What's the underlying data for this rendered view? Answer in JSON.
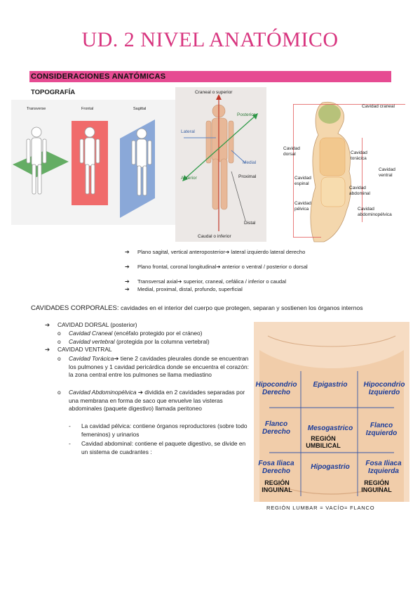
{
  "page": {
    "title": "UD. 2 NIVEL ANATÓMICO",
    "banner": "CONSIDERACIONES ANATÓMICAS",
    "subtitle": "TOPOGRAFÍA"
  },
  "planes_figure": {
    "labels": [
      "Transverse",
      "Frontal",
      "Sagittal"
    ]
  },
  "directions_figure": {
    "labels": {
      "cranial": "Craneal o superior",
      "posterior": "Posterior",
      "lateral": "Lateral",
      "medial": "Medial",
      "anterior": "Anterior",
      "proximal": "Proximal",
      "distal": "Distal",
      "caudal": "Caudal o inferior"
    }
  },
  "cavities_figure": {
    "labels": {
      "cranial": "Cavidad craneal",
      "dorsal": "Cavidad dorsal",
      "thoracic": "Cavidad torácica",
      "ventral": "Cavidad ventral",
      "spinal": "Cavidad espinal",
      "abdominal": "Cavidad abdominal",
      "pelvic": "Cavidad pélvica",
      "abdominopelvic": "Cavidad abdominopélvica"
    }
  },
  "planes_list": [
    {
      "arrow": "➔",
      "text": "Plano sagital, vertical anteroposterior➔ lateral izquierdo lateral derecho"
    },
    {
      "arrow": "➔",
      "text": "Plano frontal, coronal longitudinal➔ anterior o ventral / posterior o dorsal"
    },
    {
      "arrow": "➔",
      "text": "Transversal axial➔ superior, craneal, cefálica / inferior o caudal"
    },
    {
      "arrow": "➔",
      "text": "Medial, proximal, distal, profundo, superficial"
    }
  ],
  "cavidades": {
    "heading": "CAVIDADES CORPORALES:",
    "intro": "cavidades en el interior del cuerpo que protegen, separan y sostienen los órganos internos",
    "dorsal": {
      "label": "CAVIDAD DORSAL (posterior)",
      "items": [
        {
          "name": "Cavidad Craneal",
          "desc": " (encéfalo protegido por el cráneo)"
        },
        {
          "name": "Cavidad vertebral",
          "desc": " (protegida por la columna vertebral)"
        }
      ]
    },
    "ventral": {
      "label": "CAVIDAD VENTRAL",
      "toracica": {
        "name": "Cavidad Torácica",
        "desc": "➔ tiene 2 cavidades pleurales donde se encuentran los pulmones y 1 cavidad pericárdica donde se encuentra el corazón: la zona central entre los pulmones se llama mediastino"
      },
      "abdominopelvica": {
        "name": "Cavidad Abdominopélvica",
        "desc": " ➔ dividida en 2 cavidades separadas por una membrana en forma de saco que envuelve las visteras abdominales (paquete digestivo) llamada peritoneo"
      },
      "sub": [
        "La cavidad pélvica: contiene órganos reproductores (sobre todo femeninos) y urinarios",
        "Cavidad abdominal: contiene el paquete digestivo, se divide en un sistema de cuadrantes :"
      ]
    }
  },
  "abdomen_figure": {
    "regions": {
      "r1": "Hipocondrio Derecho",
      "r2": "Epigastrio",
      "r3": "Hipocondrio Izquierdo",
      "r4": "Flanco Derecho",
      "r5": "Mesogastrico",
      "r6": "Flanco Izquierdo",
      "r7": "Fosa Iliaca Derecho",
      "r8": "Hipogastrio",
      "r9": "Fosa Iliaca Izquierda"
    },
    "blocks": {
      "umbilical": "REGIÓN UMBILICAL",
      "inguinal_left": "REGIÓN INGUINAL",
      "inguinal_right": "REGIÓN INGUINAL"
    },
    "footer": "REGIÓN LUMBAR = VACÍO= FLANCO"
  },
  "colors": {
    "title": "#d8357f",
    "banner": "#e64b92",
    "region_text": "#1a3b9a",
    "frontal_plane": "#f06b6b",
    "sagittal_plane": "#8aa8d8",
    "transverse_plane": "#4aa04a"
  }
}
